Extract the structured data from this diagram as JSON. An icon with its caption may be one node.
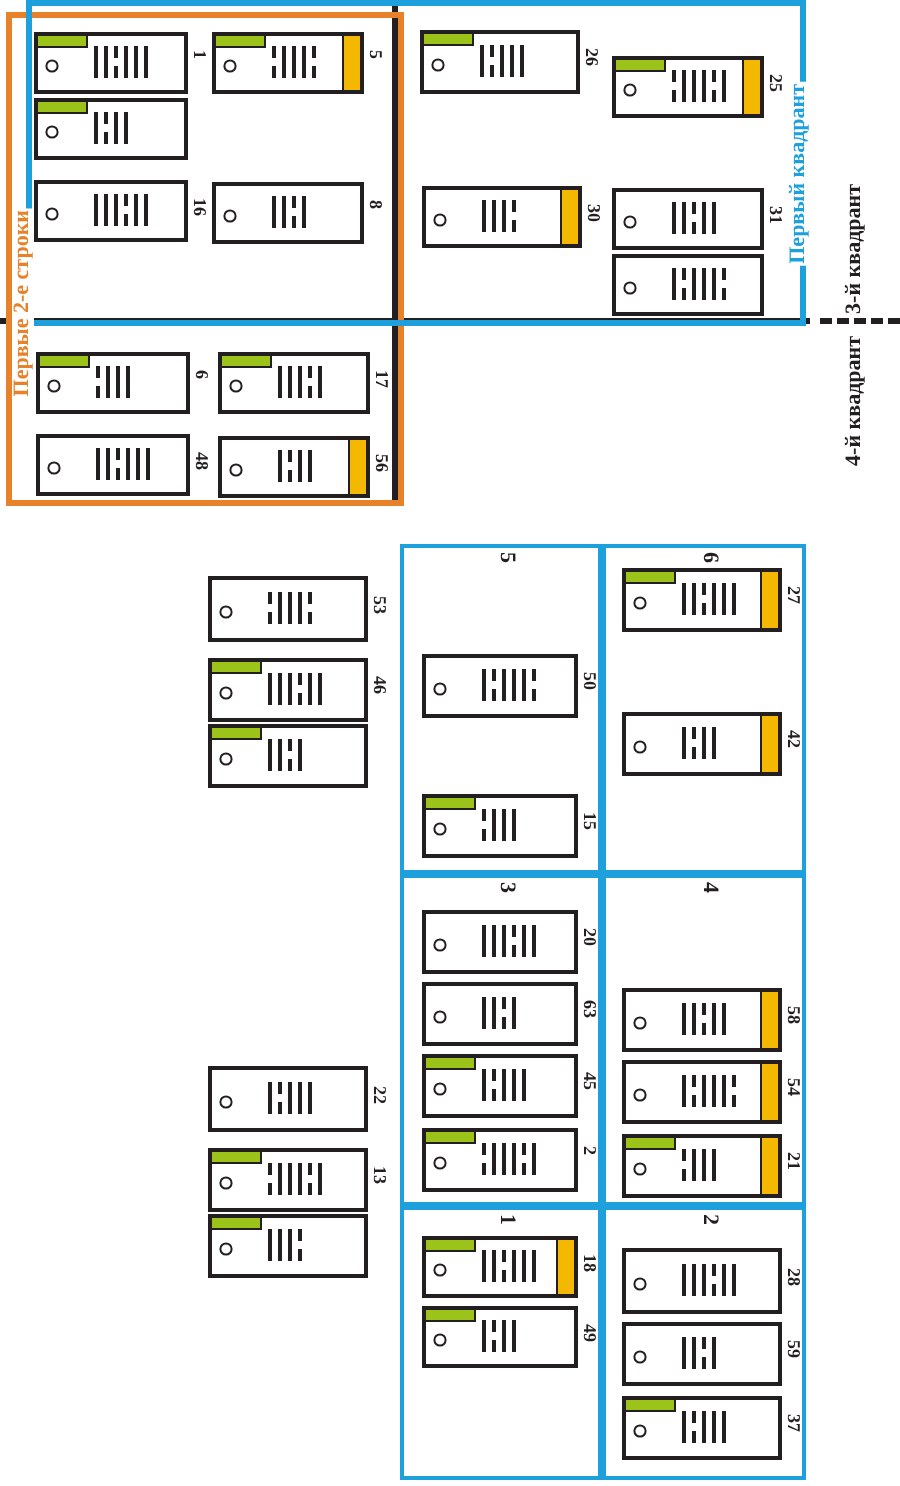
{
  "diagram": {
    "nodes": [
      {
        "text": [
          "Первые 2-е строки"
        ]
      },
      {
        "text": [
          "Первый квадрант"
        ]
      },
      {
        "text": [],
        "shape": "box",
        "beside": [
          "1"
        ]
      },
      {
        "text": [],
        "shape": "box"
      },
      {
        "text": [],
        "shape": "box",
        "beside": [
          "5"
        ]
      },
      {
        "text": [],
        "shape": "box",
        "beside": [
          "16"
        ]
      },
      {
        "text": [],
        "shape": "box",
        "beside": [
          "8"
        ]
      },
      {
        "text": [],
        "shape": "box",
        "beside": [
          "26"
        ],
        "in": 1
      },
      {
        "text": [],
        "shape": "box",
        "beside": [
          "25"
        ],
        "in": 1
      },
      {
        "text": [],
        "shape": "box",
        "beside": [
          "30"
        ],
        "in": 1
      },
      {
        "text": [],
        "shape": "box",
        "beside": [
          "31"
        ],
        "in": 1
      },
      {
        "text": [],
        "shape": "box",
        "in": 1
      },
      {
        "text": [],
        "shape": "box",
        "beside": [
          "6"
        ],
        "in": 0
      },
      {
        "text": [],
        "shape": "box",
        "beside": [
          "17"
        ],
        "in": 0
      },
      {
        "text": [],
        "shape": "box",
        "beside": [
          "48"
        ],
        "in": 0
      },
      {
        "text": [],
        "shape": "box",
        "beside": [
          "56"
        ],
        "in": 0
      },
      {
        "text": [],
        "shape": "box",
        "beside": [
          "53"
        ]
      },
      {
        "text": [],
        "shape": "box",
        "beside": [
          "46"
        ]
      },
      {
        "text": [],
        "shape": "box"
      },
      {
        "text": [],
        "shape": "box",
        "beside": [
          "22"
        ]
      },
      {
        "text": [],
        "shape": "box",
        "beside": [
          "13"
        ]
      },
      {
        "text": [],
        "shape": "box"
      },
      {
        "text": [
          "5"
        ]
      },
      {
        "text": [],
        "shape": "box",
        "beside": [
          "50"
        ],
        "in": 22
      },
      {
        "text": [],
        "shape": "box",
        "beside": [
          "15"
        ],
        "in": 22
      },
      {
        "text": [
          "6"
        ]
      },
      {
        "text": [],
        "shape": "box",
        "beside": [
          "27"
        ],
        "in": 25
      },
      {
        "text": [],
        "shape": "box",
        "beside": [
          "42"
        ],
        "in": 25
      },
      {
        "text": [
          "3"
        ]
      },
      {
        "text": [],
        "shape": "box",
        "beside": [
          "20"
        ],
        "in": 28
      },
      {
        "text": [],
        "shape": "box",
        "beside": [
          "63"
        ],
        "in": 28
      },
      {
        "text": [],
        "shape": "box",
        "beside": [
          "45"
        ],
        "in": 28
      },
      {
        "text": [],
        "shape": "box",
        "beside": [
          "2"
        ],
        "in": 28
      },
      {
        "text": [
          "4"
        ]
      },
      {
        "text": [],
        "shape": "box",
        "beside": [
          "58"
        ],
        "in": 33
      },
      {
        "text": [],
        "shape": "box",
        "beside": [
          "54"
        ],
        "in": 33
      },
      {
        "text": [],
        "shape": "box",
        "beside": [
          "21"
        ],
        "in": 33
      },
      {
        "text": [
          "1"
        ]
      },
      {
        "text": [],
        "shape": "box",
        "beside": [
          "18"
        ],
        "in": 37
      },
      {
        "text": [],
        "shape": "box",
        "beside": [
          "49"
        ],
        "in": 37
      },
      {
        "text": [
          "2"
        ]
      },
      {
        "text": [],
        "shape": "box",
        "beside": [
          "28"
        ],
        "in": 40
      },
      {
        "text": [],
        "shape": "box",
        "beside": [
          "59"
        ],
        "in": 40
      },
      {
        "text": [],
        "shape": "box",
        "beside": [
          "37"
        ],
        "in": 40
      }
    ],
    "edges": [],
    "labels": [
      "3-й квадрант",
      "4-й квадрант"
    ]
  }
}
